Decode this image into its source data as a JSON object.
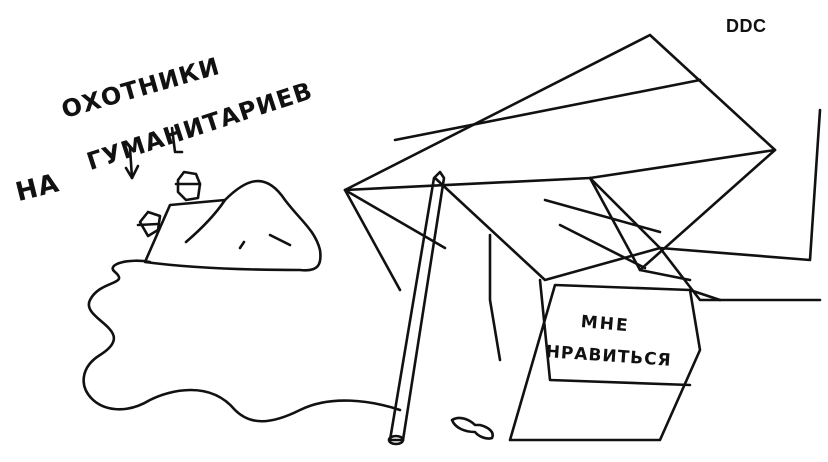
{
  "watermark": "DDC",
  "caption": {
    "line_na": "НА",
    "line_hunters": "ОХОТНИКИ",
    "line_humanitarians": "ГУМАНИТАРИЕВ"
  },
  "sign": {
    "line1": "МНЕ",
    "line2": "НРАВИТЬСЯ"
  },
  "colors": {
    "ink": "#111111",
    "paper": "#ffffff"
  }
}
